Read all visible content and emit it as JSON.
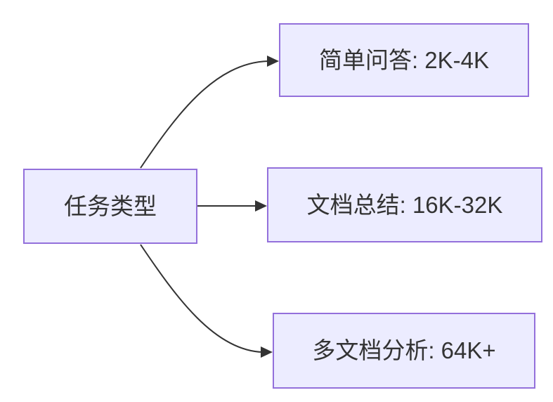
{
  "diagram": {
    "type": "flowchart",
    "direction": "LR",
    "nodes": {
      "root": {
        "id": "task-type",
        "label": "任务类型"
      },
      "branches": [
        {
          "id": "simple-qa",
          "label": "简单问答: 2K-4K"
        },
        {
          "id": "doc-summary",
          "label": "文档总结: 16K-32K"
        },
        {
          "id": "multi-doc",
          "label": "多文档分析: 64K+"
        }
      ]
    },
    "edges": [
      {
        "from": "task-type",
        "to": "simple-qa"
      },
      {
        "from": "task-type",
        "to": "doc-summary"
      },
      {
        "from": "task-type",
        "to": "multi-doc"
      }
    ],
    "colors": {
      "node_fill": "#ECECFF",
      "node_border": "#9370DB",
      "edge_stroke": "#333333",
      "text": "#333333",
      "background": "#FFFFFF"
    }
  }
}
